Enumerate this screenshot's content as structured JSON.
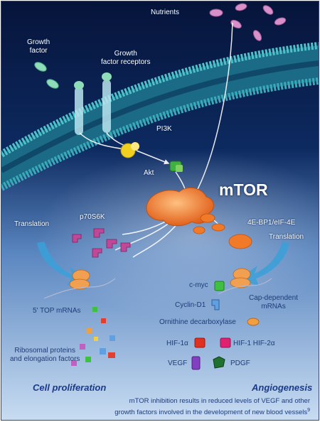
{
  "labels": {
    "nutrients": "Nutrients",
    "growth_factor": [
      "Growth",
      "factor"
    ],
    "growth_factor_receptors": [
      "Growth",
      "factor receptors"
    ],
    "pi3k": "PI3K",
    "akt": "Akt",
    "mtor": "mTOR",
    "p70s6k": "p70S6K",
    "eif4e": "4E-BP1/eIF-4E",
    "translation_left": "Translation",
    "translation_right": "Translation",
    "top_mrnas": "5' TOP mRNAs",
    "cap_mrnas": [
      "Cap-dependent",
      "mRNAs"
    ],
    "cmyc": "c-myc",
    "cyclin": "Cyclin-D1",
    "odc": "Ornithine decarboxylase",
    "hif1a": "HIF-1α",
    "hif2a": "HIF-1 HIF-2α",
    "vegf": "VEGF",
    "pdgf": "PDGF",
    "ribosomal": [
      "Ribosomal proteins",
      "and elongation factors"
    ]
  },
  "sections": {
    "cell_proliferation": "Cell proliferation",
    "angiogenesis": "Angiogenesis"
  },
  "footnote": {
    "line1": "mTOR inhibition results in reduced levels of VEGF and other",
    "line2": "growth factors involved in the development of new blood vessels",
    "ref": "9"
  },
  "colors": {
    "background_top": "#06143a",
    "background_bottom": "#c8dcf2",
    "membrane": "#2fa0a8",
    "mtor": "#f07a28",
    "pi3k": "#f0d020",
    "akt": "#40b040",
    "p70s6k": "#c04898",
    "arrow": "#3aa0d8"
  }
}
